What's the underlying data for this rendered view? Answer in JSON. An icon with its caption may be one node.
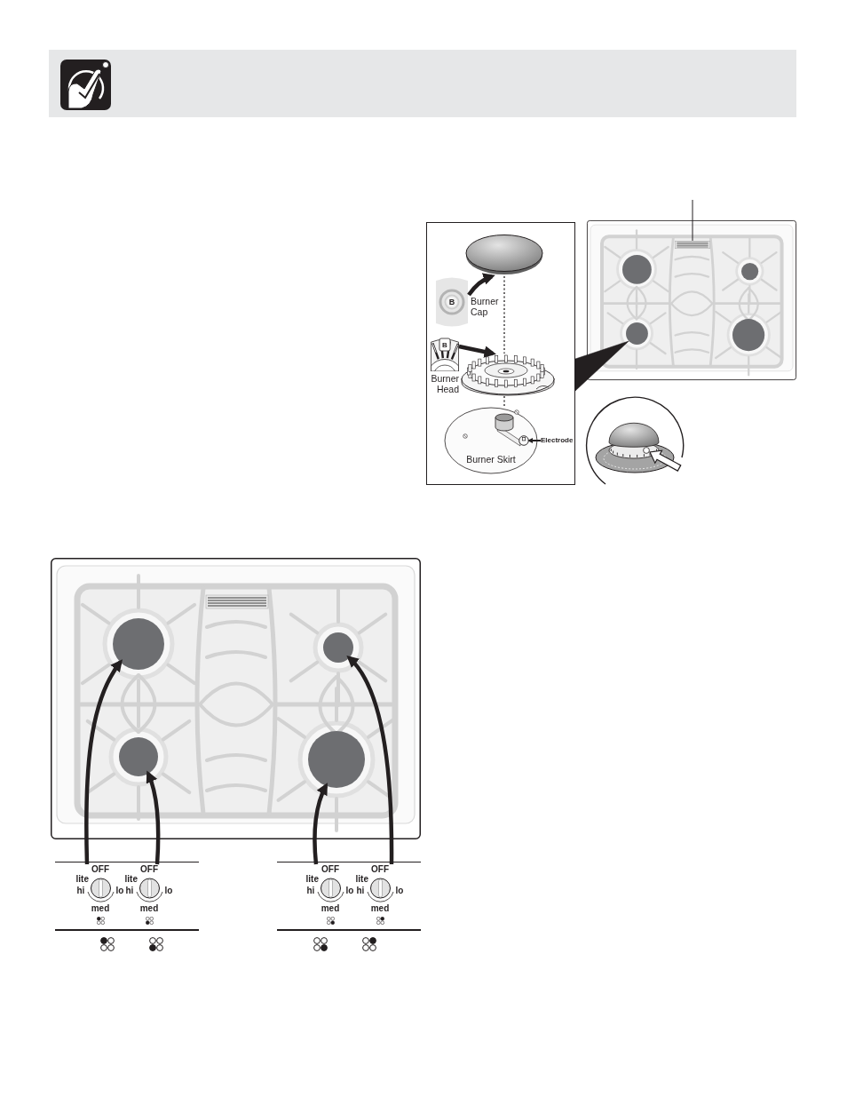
{
  "diagram": {
    "nodes": [
      {
        "text": [],
        "shape": "box"
      },
      {
        "text": [],
        "shape": "circle",
        "in": 0
      },
      {
        "text": [
          "B"
        ],
        "in": 0
      },
      {
        "text": [
          "B"
        ],
        "in": 0
      },
      {
        "text": [],
        "shape": "picture",
        "in": 0,
        "beside": [
          "Burner Head"
        ]
      },
      {
        "text": [
          "Burner Skirt"
        ],
        "in": 0
      },
      {
        "text": [],
        "shape": "circle",
        "in": 5
      },
      {
        "text": [
          "Electrode"
        ],
        "in": 0
      },
      {
        "text": [],
        "shape": "box"
      },
      {
        "text": [],
        "shape": "bar",
        "in": 8
      },
      {
        "text": [],
        "shape": "circle",
        "in": 8
      },
      {
        "text": [],
        "shape": "circle",
        "in": 8
      },
      {
        "text": [],
        "shape": "circle",
        "in": 8
      },
      {
        "text": [],
        "shape": "circle",
        "in": 8
      },
      {
        "text": [],
        "shape": "picture"
      },
      {
        "text": [],
        "shape": "circle",
        "in": 14
      },
      {
        "text": [],
        "shape": "box"
      },
      {
        "text": [],
        "shape": "circle",
        "in": 16
      },
      {
        "text": [],
        "shape": "circle",
        "in": 16
      },
      {
        "text": [],
        "shape": "circle",
        "in": 16
      },
      {
        "text": [],
        "shape": "circle",
        "in": 16
      },
      {
        "text": [],
        "shape": "circle",
        "beside": [
          "OFF",
          "lite",
          "hi",
          "lo",
          "med"
        ]
      },
      {
        "text": [],
        "shape": "circle",
        "beside": [
          "OFF",
          "lite",
          "hi",
          "lo",
          "med"
        ]
      },
      {
        "text": [],
        "shape": "circle",
        "beside": [
          "OFF",
          "lite",
          "hi",
          "lo",
          "med"
        ]
      },
      {
        "text": [],
        "shape": "circle",
        "beside": [
          "OFF",
          "lite",
          "hi",
          "lo",
          "med"
        ]
      }
    ],
    "edges": [
      {
        "from": 2,
        "to": 1,
        "arrow": "to"
      },
      {
        "from": 3,
        "to": 4,
        "arrow": "to"
      },
      {
        "from": 1,
        "to": 4,
        "arrow": "none",
        "style": "dashed"
      },
      {
        "from": 4,
        "to": 5,
        "arrow": "none",
        "style": "dashed"
      },
      {
        "from": 7,
        "to": 6,
        "arrow": "to"
      },
      {
        "from": null,
        "to": 9,
        "arrow": "none"
      },
      {
        "from": 0,
        "to": 12,
        "arrow": "to",
        "style": "thick"
      },
      {
        "from": null,
        "to": 15,
        "arrow": "to",
        "color": "#ffffff"
      },
      {
        "from": 21,
        "to": 17,
        "arrow": "to"
      },
      {
        "from": 22,
        "to": 19,
        "arrow": "to"
      },
      {
        "from": 23,
        "to": 20,
        "arrow": "to"
      },
      {
        "from": 24,
        "to": 18,
        "arrow": "to"
      }
    ],
    "labels": [
      "Burner Cap"
    ]
  }
}
